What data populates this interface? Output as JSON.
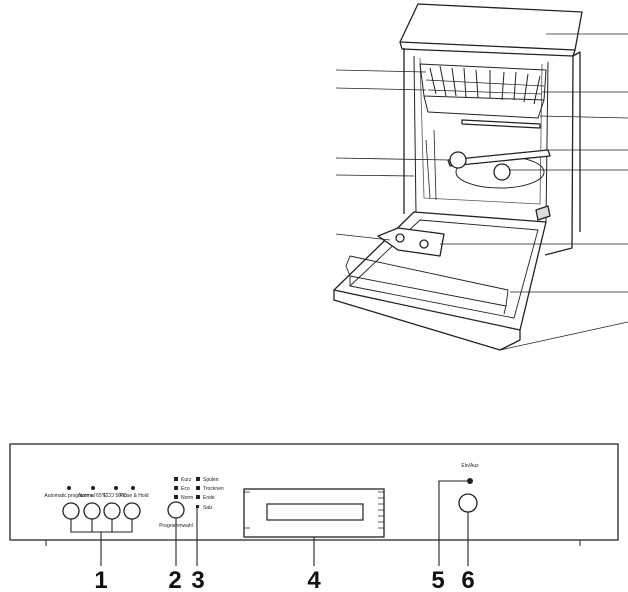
{
  "panel": {
    "buttons": [
      {
        "label": "Automatic programme"
      },
      {
        "label": "Normal 65°C"
      },
      {
        "label": "ECO 50°C"
      },
      {
        "label": "Rinse & Hold"
      }
    ],
    "program_leds": [
      "Kurz",
      "Eco",
      "Norm"
    ],
    "status_leds": [
      "Spülen",
      "Trocknen",
      "Ende",
      "Salz"
    ],
    "select_label": "Programmwahl",
    "onoff_label": "Ein/Aus"
  },
  "callouts": [
    "1",
    "2",
    "3",
    "4",
    "5",
    "6"
  ]
}
